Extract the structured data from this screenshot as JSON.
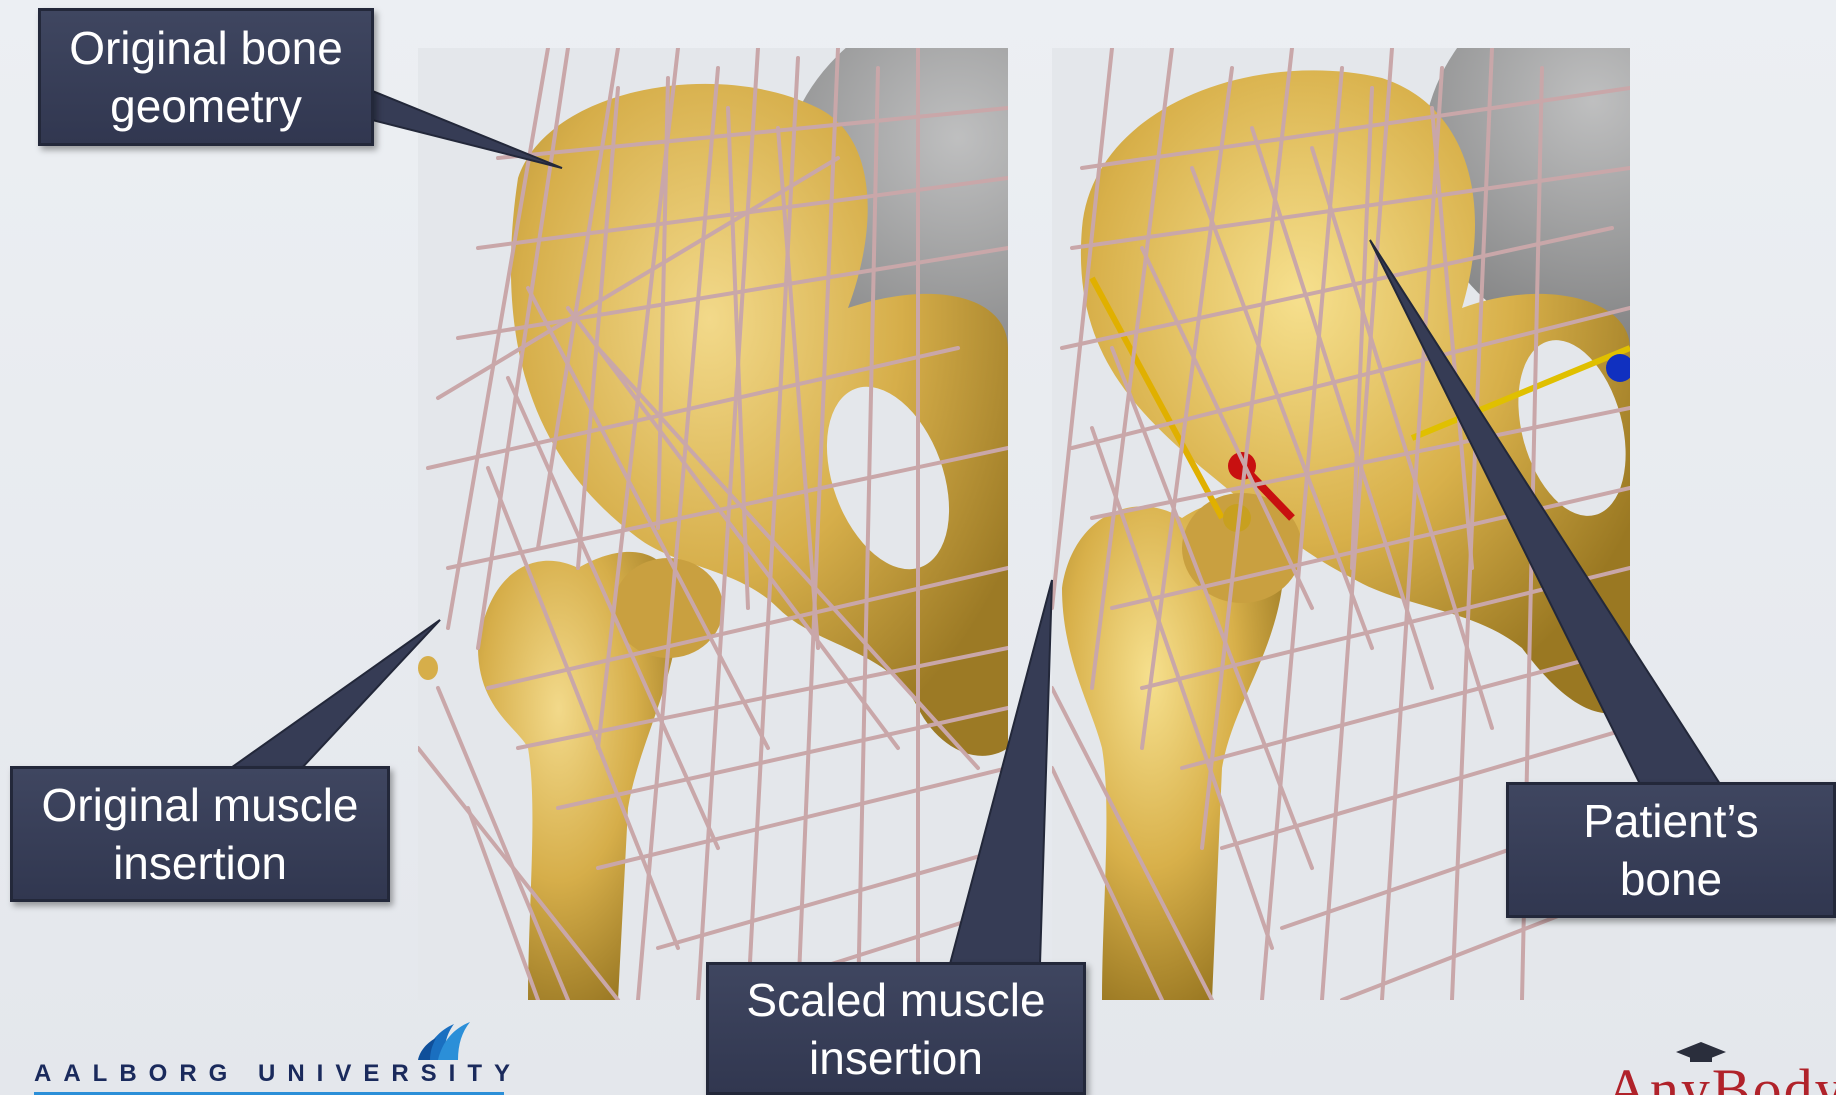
{
  "callouts": {
    "bone_geometry": "Original bone\ngeometry",
    "muscle_insertion": "Original muscle\ninsertion",
    "scaled_muscle": "Scaled muscle\ninsertion",
    "patient_bone": "Patient’s\nbone"
  },
  "logos": {
    "aalborg": "AALBORG UNIVERSITY",
    "anybody": "AnyBody"
  },
  "colors": {
    "bone": "#d8b24a",
    "muscle": "#c9a7a9",
    "callout": "#363c55",
    "background": "#e6e9ee"
  }
}
